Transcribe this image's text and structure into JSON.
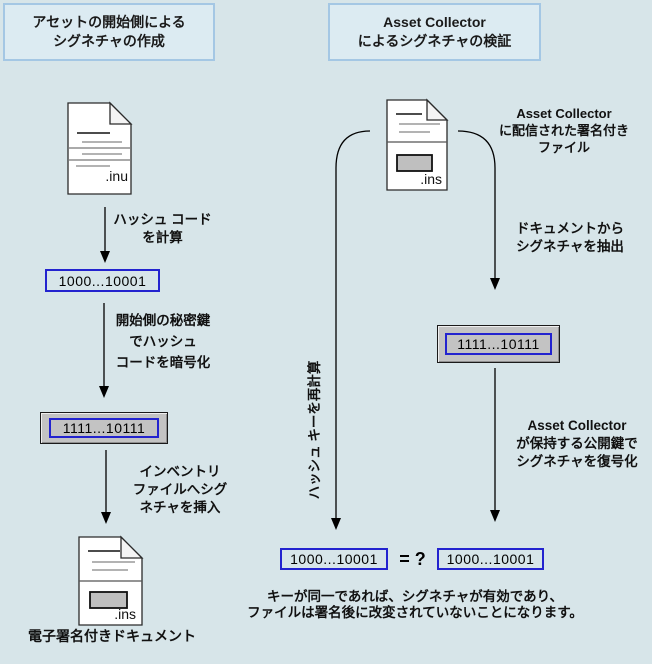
{
  "colors": {
    "background": "#d7e5e9",
    "panel_fill": "#dcebf2",
    "panel_border": "#a4c7e4",
    "blue_border": "#2323cf",
    "gray_fill": "#c3c3c3"
  },
  "left_flow": {
    "title": "アセットの開始側による\nシグネチャの作成",
    "doc_top_ext": ".inu",
    "step1_label": "ハッシュ コード\nを計算",
    "hash_box": "1000...10001",
    "step2_label": "開始側の秘密鍵\nでハッシュ\nコードを暗号化",
    "signature_box": "1111...10111",
    "step3_label": "インベントリ\nファイルへシグ\nネチャを挿入",
    "doc_bottom_ext": ".ins",
    "caption": "電子署名付きドキュメント"
  },
  "right_flow": {
    "title": "Asset Collector\nによるシグネチャの検証",
    "doc_ext": ".ins",
    "doc_label": "Asset Collector\nに配信された署名付き\nファイル",
    "recalc_label": "ハッシュ キーを再計算",
    "extract_label": "ドキュメントから\nシグネチャを抽出",
    "signature_box": "1111...10111",
    "decrypt_label": "Asset Collector\nが保持する公開鍵で\nシグネチャを復号化",
    "hash_box_left": "1000...10001",
    "equals_label": "= ?",
    "hash_box_right": "1000...10001"
  },
  "footer_note": "キーが同一であれば、シグネチャが有効であり、\nファイルは署名後に改変されていないことになります。"
}
